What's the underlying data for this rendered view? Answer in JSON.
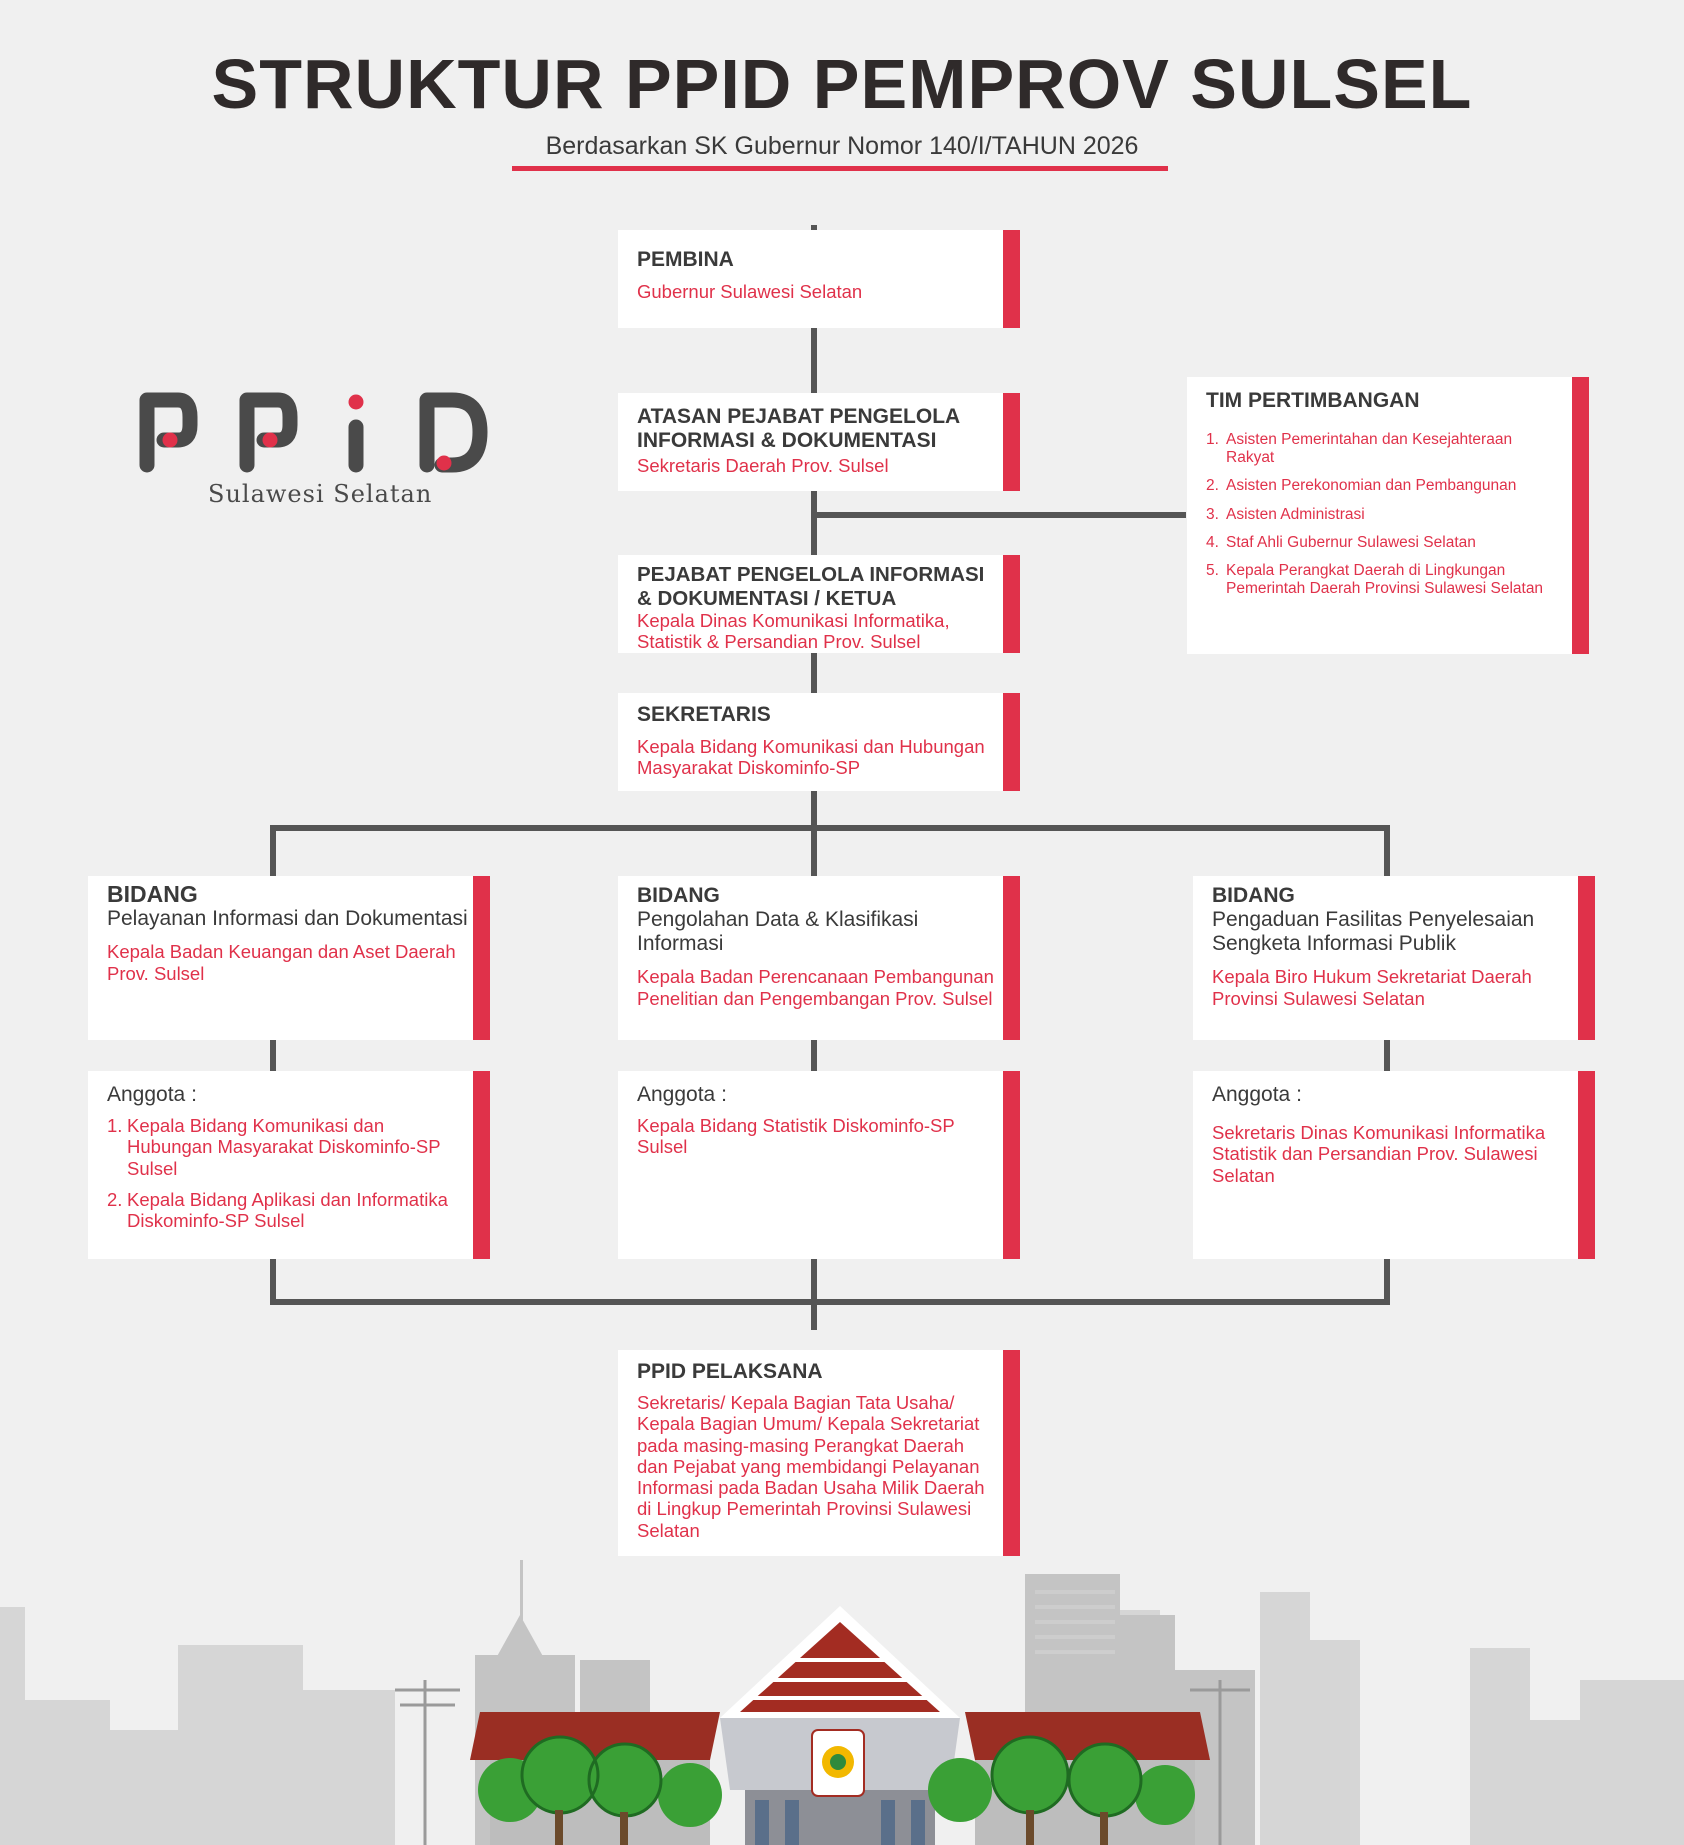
{
  "header": {
    "title": "STRUKTUR PPID PEMPROV SULSEL",
    "subtitle": "Berdasarkan SK Gubernur Nomor 140/I/TAHUN 2026"
  },
  "logo": {
    "text": "PPiD",
    "caption": "Sulawesi Selatan"
  },
  "colors": {
    "accent": "#e0314a",
    "background": "#f0f0f0",
    "connector": "#555555",
    "text": "#3a3a3a"
  },
  "pembina": {
    "title": "PEMBINA",
    "name": "Gubernur Sulawesi Selatan"
  },
  "atasan": {
    "title": "ATASAN PEJABAT PENGELOLA INFORMASI & DOKUMENTASI",
    "name": "Sekretaris Daerah Prov. Sulsel"
  },
  "pejabat": {
    "title": "PEJABAT PENGELOLA INFORMASI & DOKUMENTASI / KETUA",
    "name": "Kepala Dinas Komunikasi Informatika, Statistik & Persandian Prov. Sulsel"
  },
  "sekretaris": {
    "title": "SEKRETARIS",
    "name": "Kepala Bidang Komunikasi dan Hubungan Masyarakat Diskominfo-SP"
  },
  "tim": {
    "title": "TIM PERTIMBANGAN",
    "items": [
      "Asisten Pemerintahan dan Kesejahteraan Rakyat",
      "Asisten Perekonomian dan Pembangunan",
      "Asisten Administrasi",
      "Staf Ahli Gubernur Sulawesi Selatan",
      "Kepala Perangkat Daerah di Lingkungan Pemerintah Daerah Provinsi Sulawesi Selatan"
    ]
  },
  "bidang": [
    {
      "label": "BIDANG",
      "name": "Pelayanan Informasi dan Dokumentasi",
      "head": "Kepala Badan Keuangan dan Aset Daerah Prov. Sulsel"
    },
    {
      "label": "BIDANG",
      "name": "Pengolahan Data & Klasifikasi Informasi",
      "head": "Kepala Badan Perencanaan Pembangunan Penelitian dan Pengembangan Prov. Sulsel"
    },
    {
      "label": "BIDANG",
      "name": "Pengaduan Fasilitas Penyelesaian Sengketa Informasi Publik",
      "head": "Kepala Biro Hukum Sekretariat Daerah Provinsi Sulawesi Selatan"
    }
  ],
  "anggota": {
    "label": "Anggota :",
    "left": [
      "Kepala Bidang Komunikasi dan Hubungan Masyarakat Diskominfo-SP Sulsel",
      "Kepala Bidang Aplikasi dan Informatika Diskominfo-SP Sulsel"
    ],
    "middle": "Kepala Bidang Statistik Diskominfo-SP Sulsel",
    "right": "Sekretaris Dinas Komunikasi Informatika Statistik dan Persandian Prov. Sulawesi Selatan"
  },
  "pelaksana": {
    "title": "PPID PELAKSANA",
    "name": "Sekretaris/ Kepala Bagian Tata Usaha/ Kepala Bagian Umum/ Kepala Sekretariat pada masing-masing Perangkat Daerah dan Pejabat yang membidangi Pelayanan Informasi pada Badan Usaha Milik Daerah di Lingkup Pemerintah Provinsi Sulawesi Selatan"
  },
  "icons": {
    "emblem": "province-emblem-icon",
    "skyline": "city-skyline-illustration"
  }
}
